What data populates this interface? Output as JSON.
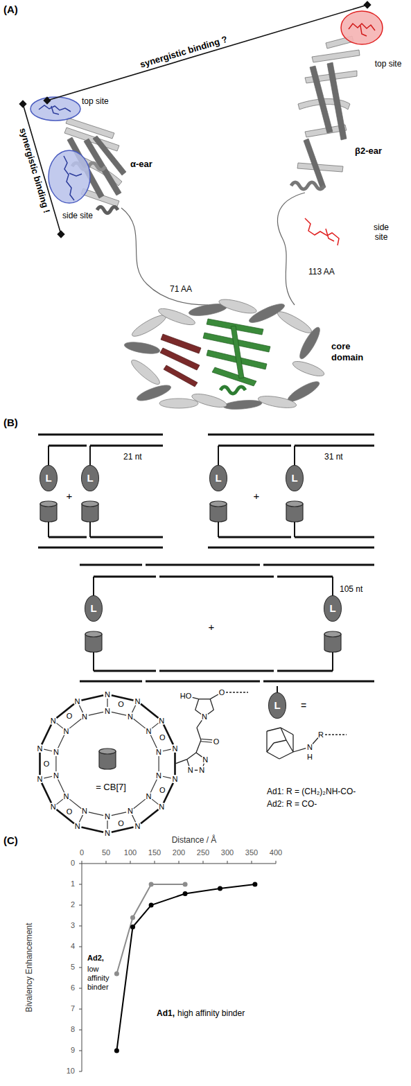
{
  "diagram": {
    "nodes": [
      {
        "text": [
          "L"
        ]
      },
      {
        "text": [
          "L"
        ]
      },
      {
        "text": [
          "L"
        ]
      },
      {
        "text": [
          "L"
        ]
      },
      {
        "text": [
          "L"
        ]
      },
      {
        "text": [
          "L"
        ]
      },
      {
        "text": [
          "L"
        ]
      }
    ],
    "labels": [
      "(A)",
      "synergistic binding ?",
      "synergistic binding !",
      "top site",
      "α-ear",
      "side site",
      "top site",
      "β2-ear",
      "side site",
      "71 AA",
      "113 AA",
      "core domain",
      "(B)",
      "21 nt",
      "+",
      "31 nt",
      "+",
      "105 nt",
      "+",
      "= CB[7]",
      "=",
      "Ad1: R = (CH₂)₂NH-CO-",
      "Ad2: R = CO-",
      "N",
      "H",
      "R",
      "HO",
      "O",
      "N",
      "O",
      "N",
      "N",
      "N",
      "N",
      "N",
      "N",
      "N",
      "N",
      "N",
      "N",
      "N",
      "N",
      "N",
      "N",
      "N",
      "N",
      "N",
      "N",
      "N",
      "N",
      "N",
      "N",
      "N",
      "N",
      "N",
      "N",
      "N",
      "N",
      "N",
      "N",
      "N",
      "O",
      "O",
      "O",
      "O",
      "O",
      "O",
      "O",
      "(C)",
      "Distance / Å",
      "0",
      "50",
      "100",
      "150",
      "200",
      "250",
      "300",
      "350",
      "400",
      "0",
      "1",
      "2",
      "3",
      "4",
      "5",
      "6",
      "7",
      "8",
      "9",
      "10",
      "Bivalency Enhancement",
      "Ad2,",
      "low affinity binder",
      "Ad1,",
      "high affinity binder"
    ]
  }
}
